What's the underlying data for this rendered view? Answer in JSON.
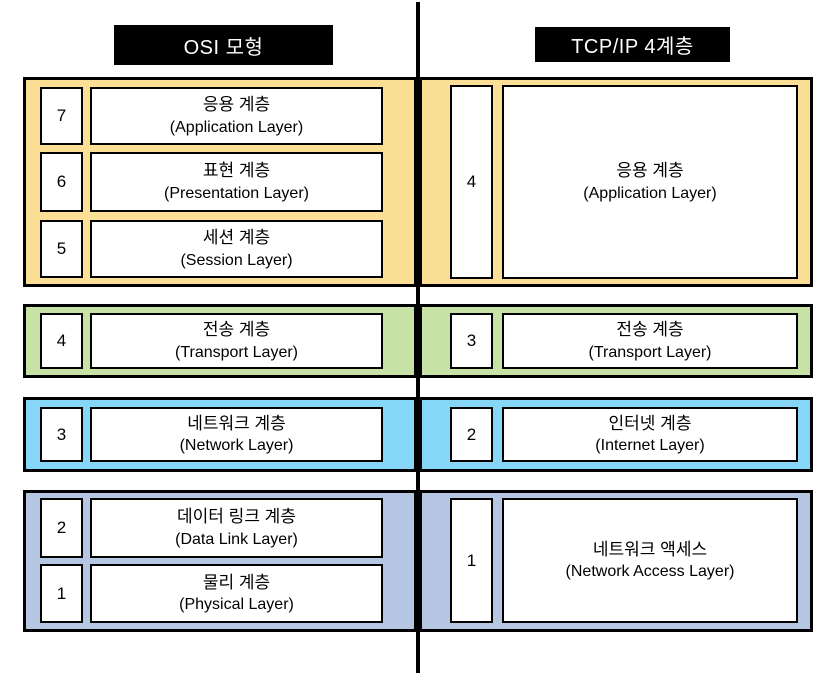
{
  "diagram": {
    "titles": {
      "left": "OSI 모형",
      "right": "TCP/IP 4계층"
    },
    "colors": {
      "application_group": "#FBDF94",
      "transport_group": "#C8E2A5",
      "network_group": "#86D6F7",
      "link_group": "#B5C6E2",
      "title_bg": "#000000",
      "title_text": "#FFFFFF",
      "divider": "#000000"
    },
    "osi": {
      "groups": [
        {
          "color_key": "application_group",
          "layers": [
            {
              "num": "7",
              "ko": "응용 계층",
              "en": "(Application Layer)"
            },
            {
              "num": "6",
              "ko": "표현 계층",
              "en": "(Presentation Layer)"
            },
            {
              "num": "5",
              "ko": "세션 계층",
              "en": "(Session Layer)"
            }
          ]
        },
        {
          "color_key": "transport_group",
          "layers": [
            {
              "num": "4",
              "ko": "전송 계층",
              "en": "(Transport Layer)"
            }
          ]
        },
        {
          "color_key": "network_group",
          "layers": [
            {
              "num": "3",
              "ko": "네트워크 계층",
              "en": "(Network Layer)"
            }
          ]
        },
        {
          "color_key": "link_group",
          "layers": [
            {
              "num": "2",
              "ko": "데이터 링크 계층",
              "en": "(Data Link Layer)"
            },
            {
              "num": "1",
              "ko": "물리 계층",
              "en": "(Physical Layer)"
            }
          ]
        }
      ]
    },
    "tcpip": {
      "groups": [
        {
          "color_key": "application_group",
          "layers": [
            {
              "num": "4",
              "ko": "응용 계층",
              "en": "(Application Layer)"
            }
          ]
        },
        {
          "color_key": "transport_group",
          "layers": [
            {
              "num": "3",
              "ko": "전송 계층",
              "en": "(Transport Layer)"
            }
          ]
        },
        {
          "color_key": "network_group",
          "layers": [
            {
              "num": "2",
              "ko": "인터넷 계층",
              "en": "(Internet Layer)"
            }
          ]
        },
        {
          "color_key": "link_group",
          "layers": [
            {
              "num": "1",
              "ko": "네트워크 액세스",
              "en": "(Network Access Layer)"
            }
          ]
        }
      ]
    }
  }
}
